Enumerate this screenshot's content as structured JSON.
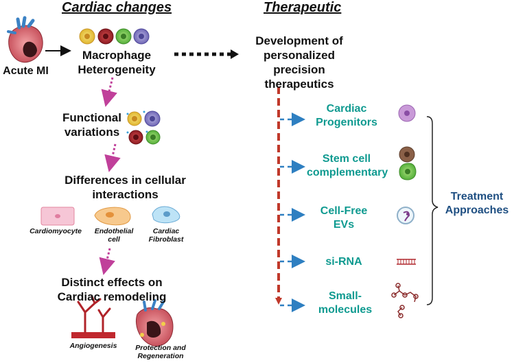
{
  "headers": {
    "left": "Cardiac changes",
    "right": "Therapeutic"
  },
  "left_flow": {
    "acute_mi": "Acute MI",
    "macrophage": "Macrophage Heterogeneity",
    "functional": "Functional variations",
    "differences": "Differences in cellular interactions",
    "cells": {
      "cardiomyocyte": "Cardiomyocyte",
      "endothelial": "Endothelial cell",
      "fibroblast": "Cardiac Fibroblast"
    },
    "distinct": "Distinct effects on Cardiac remodeling",
    "outcomes": {
      "angiogenesis": "Angiogenesis",
      "protection": "Protection and Regeneration"
    }
  },
  "right_flow": {
    "development": "Development of personalized precision therapeutics",
    "approaches": [
      {
        "label": "Cardiac Progenitors",
        "icon": "progenitor-cell-icon"
      },
      {
        "label": "Stem cell complementary",
        "icon": "stem-cell-icon"
      },
      {
        "label": "Cell-Free EVs",
        "icon": "extracellular-vesicle-icon"
      },
      {
        "label": "si-RNA",
        "icon": "sirna-icon"
      },
      {
        "label": "Small-molecules",
        "icon": "small-molecule-icon"
      }
    ],
    "bracket_label": "Treatment Approaches"
  },
  "colors": {
    "teal_text": "#0f9a90",
    "navy_text": "#1f4f82",
    "red_dash": "#c0392b",
    "blue_arrow": "#2e7fc1",
    "magenta_arrow": "#c0409a"
  }
}
